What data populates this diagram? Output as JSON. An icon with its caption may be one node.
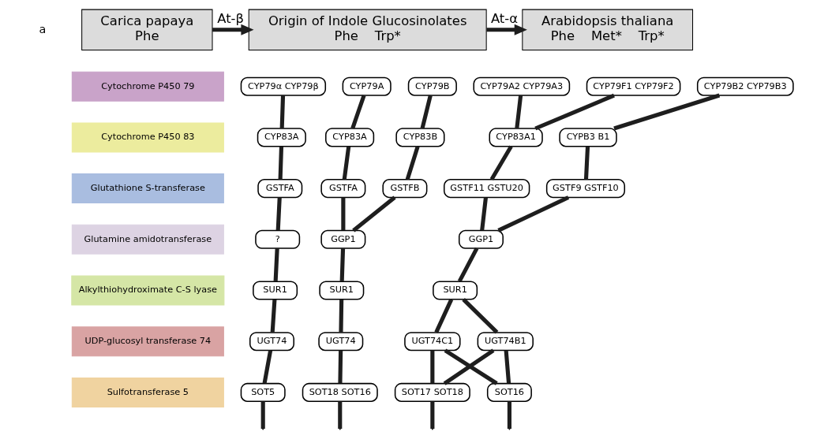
{
  "diagram": {
    "nodes": [
      {
        "text": [
          "Carica papaya",
          "Phe"
        ]
      },
      {
        "text": [
          "Origin of Indole Glucosinolates",
          "Phe",
          "Trp*"
        ]
      },
      {
        "text": [
          "Arabidopsis thaliana",
          "Phe",
          "Met*",
          "Trp*"
        ]
      },
      {
        "text": [
          "Cytochrome P450 79"
        ]
      },
      {
        "text": [
          "CYP79α CYP79β"
        ]
      },
      {
        "text": [
          "CYP79A"
        ]
      },
      {
        "text": [
          "CYP79B"
        ]
      },
      {
        "text": [
          "CYP79A2 CYP79A3"
        ]
      },
      {
        "text": [
          "CYP79F1 CYP79F2"
        ]
      },
      {
        "text": [
          "CYP79B2 CYP79B3"
        ]
      },
      {
        "text": [
          "Cytochrome P450 83"
        ]
      },
      {
        "text": [
          "CYP83A"
        ]
      },
      {
        "text": [
          "CYP83A"
        ]
      },
      {
        "text": [
          "CYP83B"
        ]
      },
      {
        "text": [
          "CYP83A1"
        ]
      },
      {
        "text": [
          "CYPB3 B1"
        ]
      },
      {
        "text": [
          "Glutathione S-transferase"
        ]
      },
      {
        "text": [
          "GSTFA"
        ]
      },
      {
        "text": [
          "GSTFA"
        ]
      },
      {
        "text": [
          "GSTFB"
        ]
      },
      {
        "text": [
          "GSTF11 GSTU20"
        ]
      },
      {
        "text": [
          "GSTF9 GSTF10"
        ]
      },
      {
        "text": [
          "Glutamine amidotransferase"
        ]
      },
      {
        "text": [
          "?"
        ]
      },
      {
        "text": [
          "GGP1"
        ]
      },
      {
        "text": [
          "GGP1"
        ]
      },
      {
        "text": [
          "Alkylthiohydroximate C-S lyase"
        ]
      },
      {
        "text": [
          "SUR1"
        ]
      },
      {
        "text": [
          "SUR1"
        ]
      },
      {
        "text": [
          "SUR1"
        ]
      },
      {
        "text": [
          "UDP-glucosyl transferase 74"
        ]
      },
      {
        "text": [
          "UGT74"
        ]
      },
      {
        "text": [
          "UGT74"
        ]
      },
      {
        "text": [
          "UGT74C1"
        ]
      },
      {
        "text": [
          "UGT74B1"
        ]
      },
      {
        "text": [
          "Sulfotransferase 5"
        ]
      },
      {
        "text": [
          "SOT5"
        ]
      },
      {
        "text": [
          "SOT18 SOT16"
        ]
      },
      {
        "text": [
          "SOT17 SOT18"
        ]
      },
      {
        "text": [
          "SOT16"
        ]
      }
    ],
    "edges": [
      {
        "from": 0,
        "to": 1,
        "arrow": "to",
        "label": "At-β"
      },
      {
        "from": 1,
        "to": 2,
        "arrow": "to",
        "label": "At-α"
      },
      {
        "from": 4,
        "to": 11,
        "arrow": "none"
      },
      {
        "from": 11,
        "to": 17,
        "arrow": "none"
      },
      {
        "from": 17,
        "to": 23,
        "arrow": "none"
      },
      {
        "from": 23,
        "to": 27,
        "arrow": "none"
      },
      {
        "from": 27,
        "to": 31,
        "arrow": "none"
      },
      {
        "from": 31,
        "to": 36,
        "arrow": "none"
      },
      {
        "from": 36,
        "to": null,
        "arrow": "none"
      },
      {
        "from": 5,
        "to": 12,
        "arrow": "none"
      },
      {
        "from": 12,
        "to": 18,
        "arrow": "none"
      },
      {
        "from": 18,
        "to": 24,
        "arrow": "none"
      },
      {
        "from": 6,
        "to": 13,
        "arrow": "none"
      },
      {
        "from": 13,
        "to": 19,
        "arrow": "none"
      },
      {
        "from": 19,
        "to": 24,
        "arrow": "none"
      },
      {
        "from": 24,
        "to": 28,
        "arrow": "none"
      },
      {
        "from": 28,
        "to": 32,
        "arrow": "none"
      },
      {
        "from": 32,
        "to": 37,
        "arrow": "none"
      },
      {
        "from": 37,
        "to": null,
        "arrow": "none"
      },
      {
        "from": 7,
        "to": 14,
        "arrow": "none"
      },
      {
        "from": 8,
        "to": 14,
        "arrow": "none"
      },
      {
        "from": 9,
        "to": 15,
        "arrow": "none"
      },
      {
        "from": 14,
        "to": 20,
        "arrow": "none"
      },
      {
        "from": 15,
        "to": 21,
        "arrow": "none"
      },
      {
        "from": 20,
        "to": 25,
        "arrow": "none"
      },
      {
        "from": 21,
        "to": 25,
        "arrow": "none"
      },
      {
        "from": 25,
        "to": 29,
        "arrow": "none"
      },
      {
        "from": 29,
        "to": 33,
        "arrow": "none"
      },
      {
        "from": 29,
        "to": 34,
        "arrow": "none"
      },
      {
        "from": 33,
        "to": 38,
        "arrow": "none"
      },
      {
        "from": 33,
        "to": 39,
        "arrow": "none"
      },
      {
        "from": 34,
        "to": 38,
        "arrow": "none"
      },
      {
        "from": 34,
        "to": 39,
        "arrow": "none"
      },
      {
        "from": 38,
        "to": null,
        "arrow": "none"
      },
      {
        "from": 39,
        "to": null,
        "arrow": "none"
      }
    ],
    "labels": [
      "a"
    ]
  }
}
